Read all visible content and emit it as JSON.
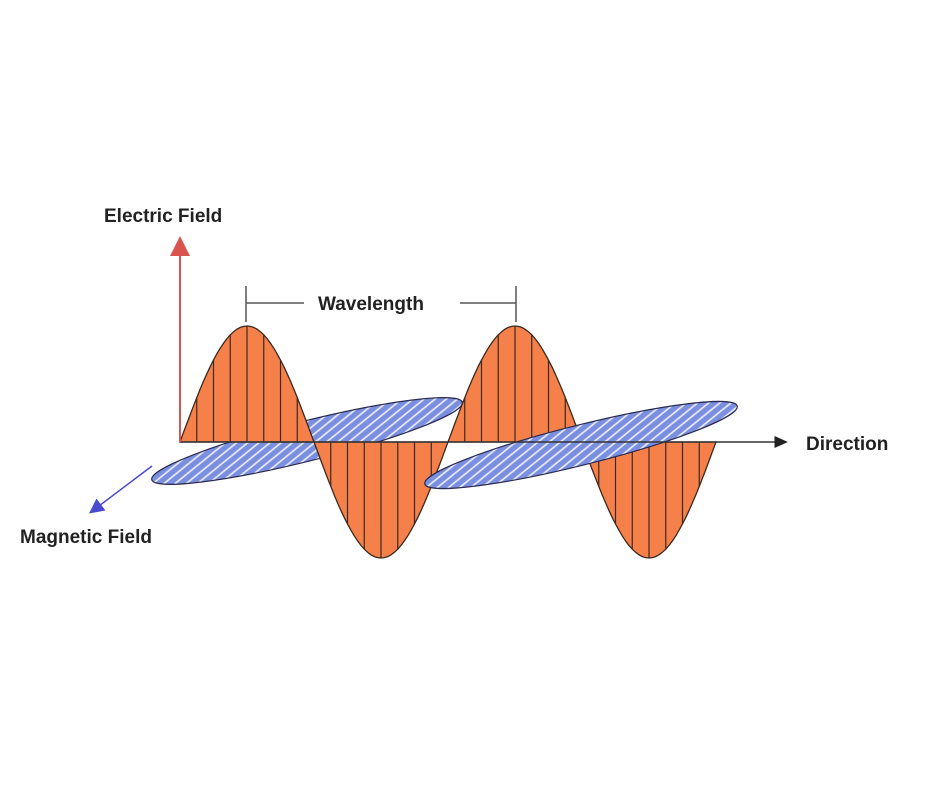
{
  "title": "Electromagnetic Wave",
  "labels": {
    "electric_field": "Electric Field",
    "wavelength": "Wavelength",
    "direction": "Direction",
    "magnetic_field": "Magnetic Field"
  },
  "colors": {
    "electric": "#f5804a",
    "electric_axis": "#d9534f",
    "magnetic": "#7b8fe0",
    "magnetic_axis": "#4a4ad0",
    "outline": "#3a2a20"
  },
  "wave": {
    "cycles": 2
  }
}
